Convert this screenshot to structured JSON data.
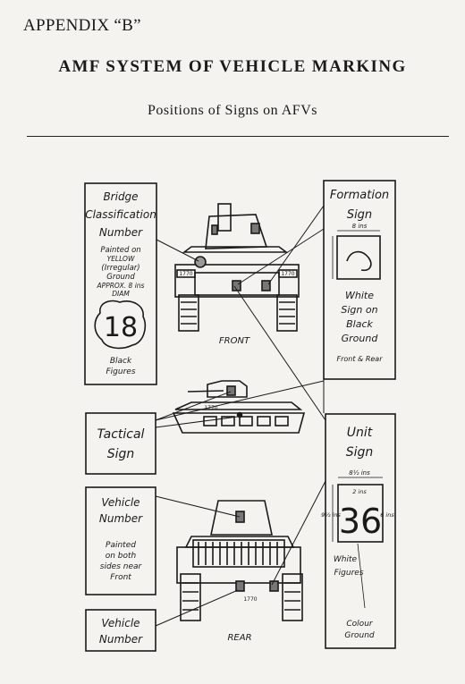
{
  "heading": {
    "appendix": "APPENDIX “B”",
    "title": "AMF SYSTEM OF VEHICLE MARKING",
    "subtitle": "Positions of Signs on AFVs"
  },
  "panels": {
    "bridge": {
      "title": [
        "Bridge",
        "Classification",
        "Number"
      ],
      "note": [
        "Painted on",
        "YELLOW",
        "(Irregular)",
        "Ground",
        "APPROX. 8 ins",
        "DIAM"
      ],
      "example_number": "18",
      "footer": [
        "Black",
        "Figures"
      ]
    },
    "formation": {
      "title": [
        "Formation",
        "Sign"
      ],
      "dimension": "8 ins",
      "desc": [
        "White",
        "Sign on",
        "Black",
        "Ground"
      ],
      "footer": "Front & Rear"
    },
    "tactical": {
      "title": [
        "Tactical",
        "Sign"
      ]
    },
    "vehicle_number_side": {
      "title": [
        "Vehicle",
        "Number"
      ],
      "note": [
        "Painted",
        "on both",
        "sides near",
        "Front"
      ]
    },
    "unit": {
      "title": [
        "Unit",
        "Sign"
      ],
      "example_number": "36",
      "dim_width": "8½ ins",
      "dim_height": "9½ ins",
      "dim_top": "2 ins",
      "dim_side": "6 ins",
      "figures_note": [
        "White",
        "Figures"
      ],
      "ground_note": [
        "Colour",
        "Ground"
      ]
    },
    "vehicle_number_rear": {
      "title": [
        "Vehicle",
        "Number"
      ]
    }
  },
  "views": {
    "front_label": "FRONT",
    "rear_label": "REAR",
    "plate_number": "1770"
  }
}
